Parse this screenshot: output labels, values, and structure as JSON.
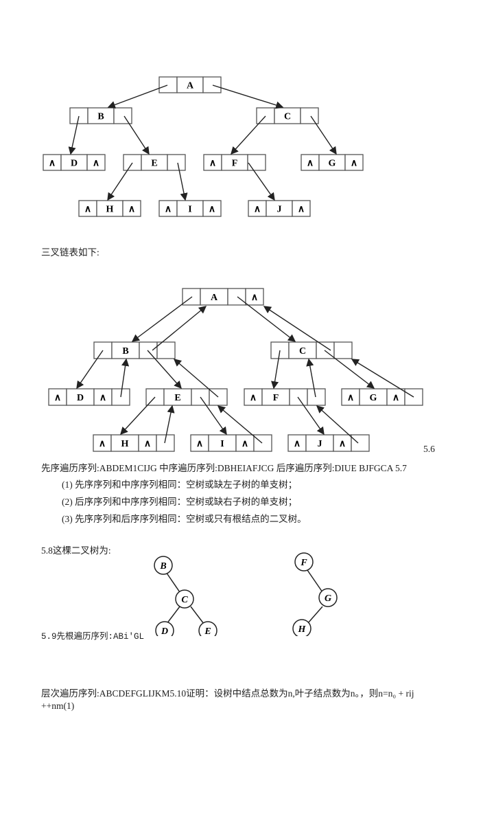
{
  "binary_tree": {
    "nodes": [
      "A",
      "B",
      "C",
      "D",
      "E",
      "F",
      "G",
      "H",
      "I",
      "J"
    ],
    "null_symbol": "∧"
  },
  "trident_caption": "三叉链表如下:",
  "trident_tree": {
    "nodes": [
      "A",
      "B",
      "C",
      "D",
      "E",
      "F",
      "G",
      "H",
      "I",
      "J"
    ]
  },
  "sec56_label": "5.6",
  "traversal_line": "先序遍历序列:ABDEM1CIJG 中序遍历序列:DBHEIAFJCG 后序遍历序列:DIUE BJFGCA 5.7",
  "items": [
    "(1)  先序序列和中序序列相同：空树或缺左子树的单支树；",
    "(2)  后序序列和中序序列相同：空树或缺右子树的单支树；",
    "(3)  先序序列和后序序列相同：空树或只有根结点的二叉树。"
  ],
  "sec58": "5.8这棵二叉树为:",
  "tree58": {
    "left": [
      "B",
      "C",
      "D",
      "E"
    ],
    "right": [
      "F",
      "G",
      "H"
    ]
  },
  "sec59": "5.9先根遍历序列:ABi'GL",
  "level_line": "层次遍历序列:ABCDEFGLIJKM5.10证明：设树中结点总数为n,叶子结点数为n。，则n=n₀ + rij",
  "level_line2": "++nm(1)"
}
